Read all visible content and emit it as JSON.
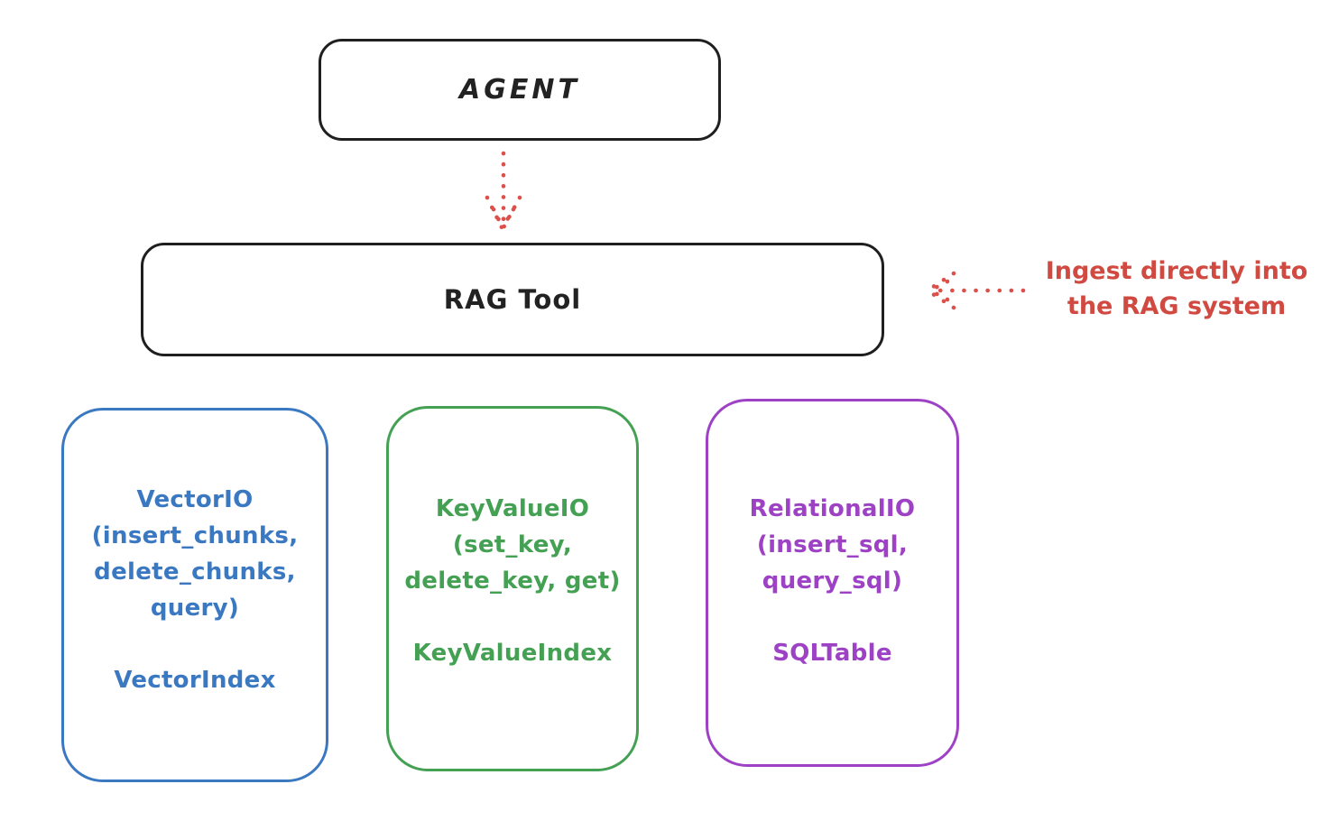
{
  "diagram": {
    "agent": {
      "label": "AGENT"
    },
    "rag_tool": {
      "label": "RAG Tool"
    },
    "annotation": {
      "label": "Ingest directly into\nthe RAG system"
    },
    "backends": [
      {
        "id": "vector-io",
        "methods": "VectorIO\n(insert_chunks,\ndelete_chunks,\nquery)",
        "index": "VectorIndex",
        "color": "#3b78c2"
      },
      {
        "id": "keyvalue-io",
        "methods": "KeyValueIO\n(set_key,\ndelete_key, get)",
        "index": "KeyValueIndex",
        "color": "#44a053"
      },
      {
        "id": "relational-io",
        "methods": "RelationalIO\n(insert_sql,\nquery_sql)",
        "index": "SQLTable",
        "color": "#9d41c5"
      }
    ],
    "colors": {
      "ink": "#1f1f1f",
      "accent_red": "#d14a42",
      "vector_blue": "#3b78c2",
      "keyvalue_green": "#44a053",
      "relational_purple": "#9d41c5"
    }
  }
}
